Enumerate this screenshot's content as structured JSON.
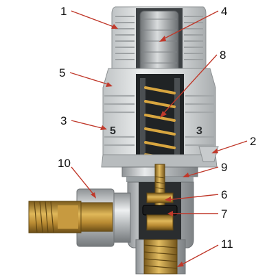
{
  "diagram": {
    "callouts": [
      {
        "id": "1",
        "label": "1"
      },
      {
        "id": "2",
        "label": "2"
      },
      {
        "id": "3",
        "label": "3"
      },
      {
        "id": "4",
        "label": "4"
      },
      {
        "id": "5",
        "label": "5"
      },
      {
        "id": "6",
        "label": "6"
      },
      {
        "id": "7",
        "label": "7"
      },
      {
        "id": "8",
        "label": "8"
      },
      {
        "id": "9",
        "label": "9"
      },
      {
        "id": "10",
        "label": "10"
      },
      {
        "id": "11",
        "label": "11"
      }
    ],
    "head_markings": {
      "left": "5",
      "right": "3"
    }
  },
  "colors": {
    "leader": "#c0392b",
    "text": "#111111"
  }
}
